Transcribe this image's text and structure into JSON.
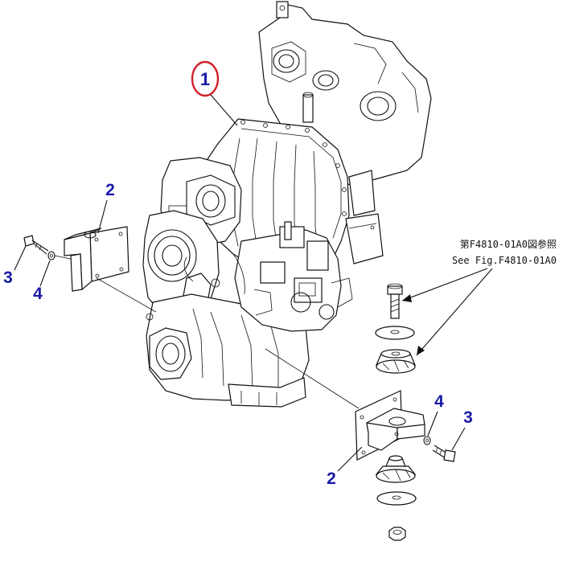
{
  "callouts": {
    "main_part": "1",
    "bracket_left": "2",
    "bracket_right": "2",
    "bolt_left": "3",
    "bolt_right": "3",
    "washer_left": "4",
    "washer_right": "4"
  },
  "reference": {
    "japanese": "第F4810-01A0図参照",
    "english": "See Fig.F4810-01A0"
  },
  "colors": {
    "callout_text": "#1a1aa8",
    "highlight_circle": "#d0202a",
    "line_art": "#111111"
  }
}
